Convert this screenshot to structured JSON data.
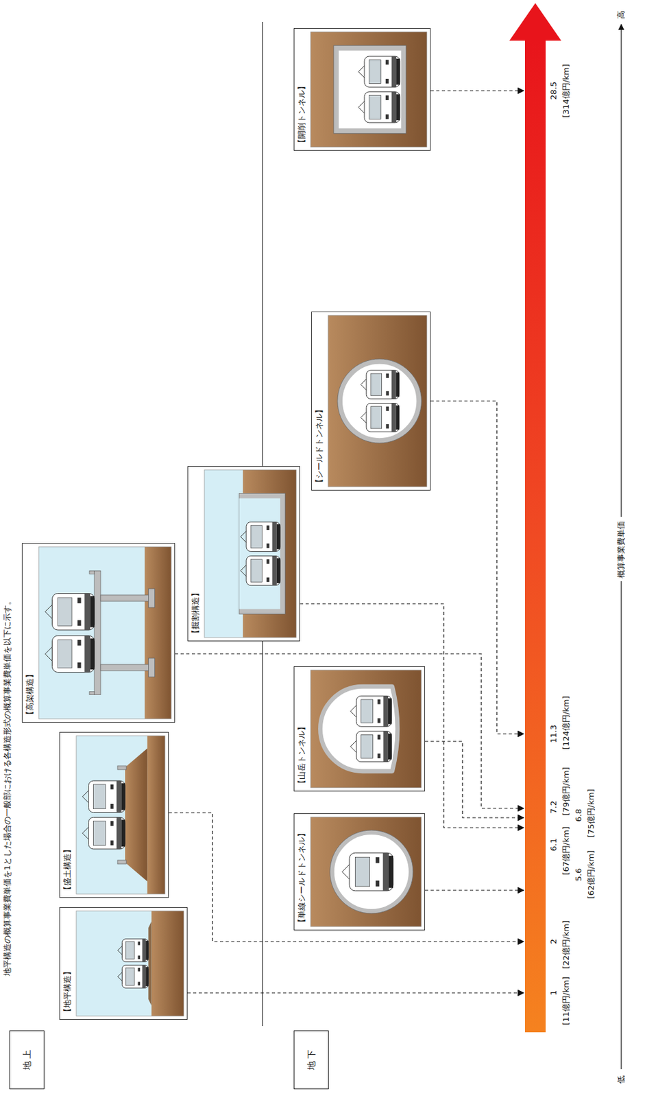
{
  "diagram": {
    "title": "地平構造の概算事業費単価を1とした場合の一般部における各構造形式の概算事業費単価を以下に示す。",
    "nodes": [
      {
        "text": [
          "地 上"
        ]
      },
      {
        "text": [
          "地 下"
        ]
      },
      {
        "text": [
          "【地平構造】"
        ]
      },
      {
        "text": [
          "【盛土構造】"
        ]
      },
      {
        "text": [
          "【高架構造】"
        ]
      },
      {
        "text": [
          "【掘割構造】"
        ]
      },
      {
        "text": [
          "【単線シールドトンネル】"
        ]
      },
      {
        "text": [
          "【山岳トンネル】"
        ]
      },
      {
        "text": [
          "【シールドトンネル】"
        ]
      },
      {
        "text": [
          "【開削トンネル】"
        ]
      }
    ],
    "labels": [
      "1",
      "[11億円/km]",
      "2",
      "[22億円/km]",
      "5.6",
      "[62億円/km]",
      "6.1",
      "[67億円/km]",
      "6.8",
      "[75億円/km]",
      "7.2",
      "[79億円/km]",
      "11.3",
      "[124億円/km]",
      "28.5",
      "[314億円/km]",
      "低",
      "概算事業費単価",
      "高"
    ]
  }
}
